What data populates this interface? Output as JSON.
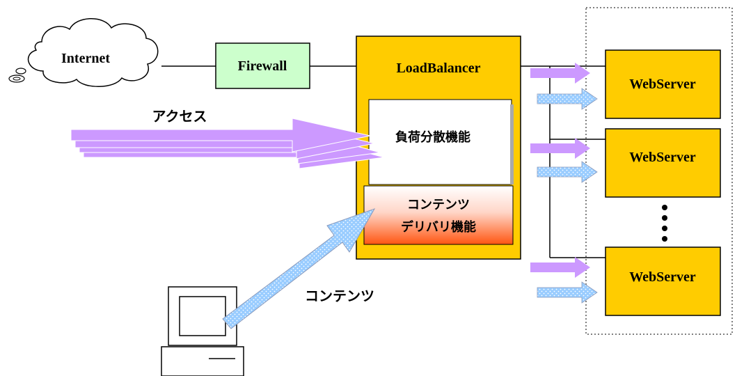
{
  "labels": {
    "internet": "Internet",
    "firewall": "Firewall",
    "load_balancer": "LoadBalancer",
    "load_distribution": "負荷分散機能",
    "content_delivery_line1": "コンテンツ",
    "content_delivery_line2": "デリバリ機能",
    "access": "アクセス",
    "contents": "コンテンツ"
  },
  "web_servers": [
    {
      "label": "WebServer"
    },
    {
      "label": "WebServer"
    },
    {
      "label": "WebServer"
    }
  ],
  "colors": {
    "firewall_fill": "#ccffcc",
    "load_balancer_fill": "#ffcc00",
    "web_server_fill": "#ffcc00",
    "access_arrow": "#cc99ff",
    "content_arrow": "#99ccff",
    "delivery_gradient_top": "#ffffff",
    "delivery_gradient_bottom": "#ff5511"
  },
  "icons": {
    "cloud": "internet-cloud-icon",
    "computer": "computer-terminal-icon"
  }
}
